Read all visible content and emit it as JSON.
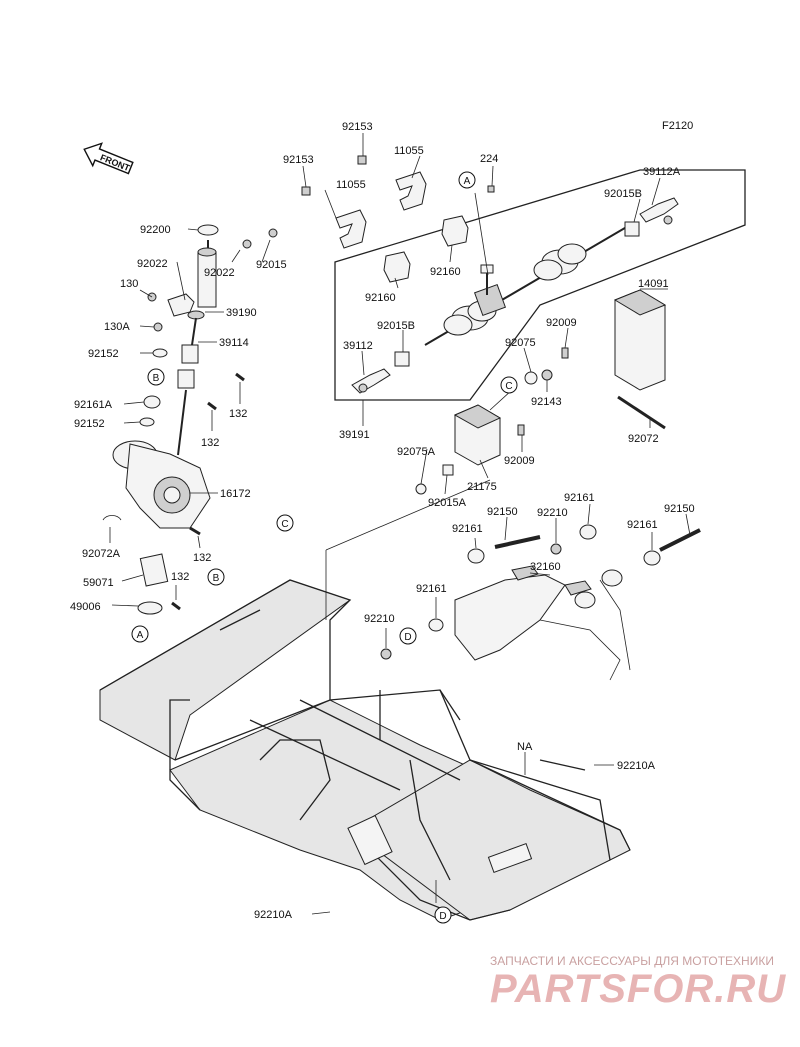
{
  "figure_code": "F2120",
  "front_label": "FRONT",
  "callouts": {
    "c_92153_a": "92153",
    "c_92153_b": "92153",
    "c_11055_a": "11055",
    "c_11055_b": "11055",
    "c_224": "224",
    "c_39112a": "39112A",
    "c_92015b_a": "92015B",
    "c_92015b_b": "92015B",
    "c_14091": "14091",
    "c_92160_a": "92160",
    "c_92160_b": "92160",
    "c_39112": "39112",
    "c_92009_a": "92009",
    "c_92009_b": "92009",
    "c_92075": "92075",
    "c_92143": "92143",
    "c_39191": "39191",
    "c_92072": "92072",
    "c_92075a": "92075A",
    "c_92015a": "92015A",
    "c_21175": "21175",
    "c_92200": "92200",
    "c_92022_a": "92022",
    "c_92022_b": "92022",
    "c_92015": "92015",
    "c_130": "130",
    "c_130a": "130A",
    "c_39190": "39190",
    "c_92152_a": "92152",
    "c_92152_b": "92152",
    "c_39114": "39114",
    "c_92161a": "92161A",
    "c_132_a": "132",
    "c_132_b": "132",
    "c_132_c": "132",
    "c_132_d": "132",
    "c_16172": "16172",
    "c_92072a": "92072A",
    "c_59071": "59071",
    "c_49006": "49006",
    "c_92161_a": "92161",
    "c_92161_b": "92161",
    "c_92161_c": "92161",
    "c_92161_d": "92161",
    "c_92150_a": "92150",
    "c_92150_b": "92150",
    "c_92210_a": "92210",
    "c_92210_b": "92210",
    "c_32160": "32160",
    "c_na": "NA",
    "c_92210a_a": "92210A",
    "c_92210a_b": "92210A"
  },
  "reference_markers": {
    "A1": "A",
    "A2": "A",
    "B1": "B",
    "B2": "B",
    "C1": "C",
    "C2": "C",
    "D1": "D",
    "D2": "D"
  },
  "watermark": {
    "caption": "ЗАПЧАСТИ И АКСЕССУАРЫ ДЛЯ МОТОТЕХНИКИ",
    "logo": "PARTSFOR.RU"
  }
}
